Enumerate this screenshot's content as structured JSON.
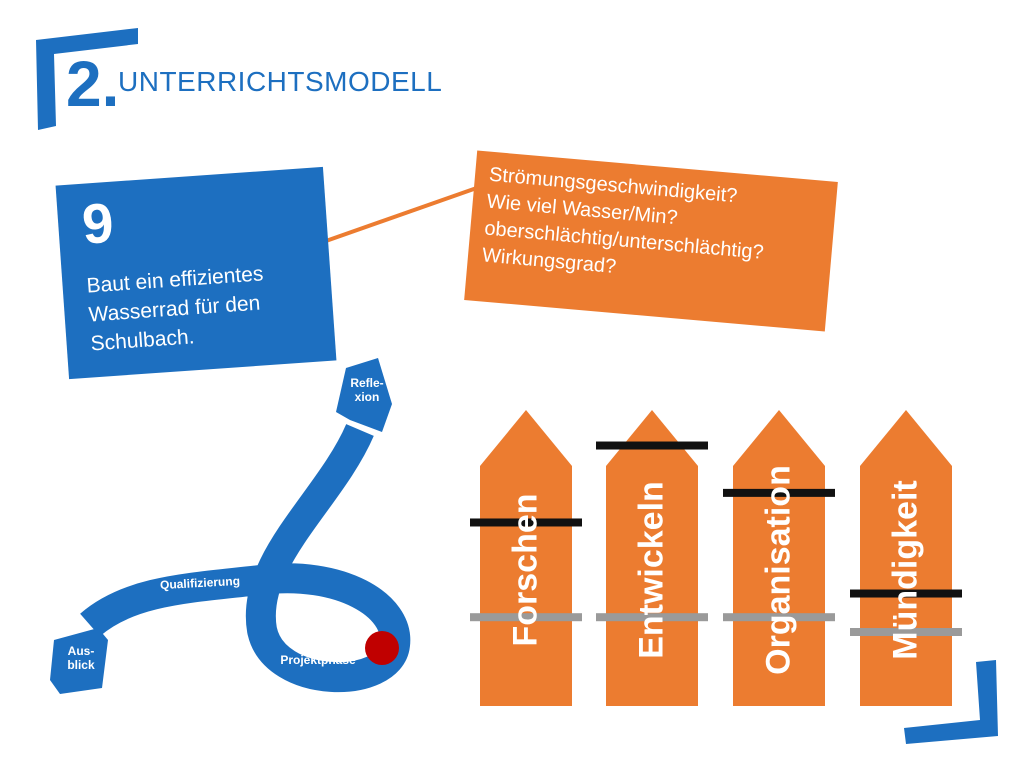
{
  "header": {
    "section_number": "2.",
    "title": "UNTERRICHTSMODELL"
  },
  "task": {
    "number": "9",
    "text": "Baut ein effizientes\nWasserrad für den\nSchulbach."
  },
  "questions": [
    "Strömungsgeschwindigkeit?",
    "Wie viel Wasser/Min?",
    "oberschlächtig/unterschlächtig?",
    "Wirkungsgrad?"
  ],
  "path_stages": {
    "reflection": "Refle-\nxion",
    "qualification": "Qualifizierung",
    "outlook": "Aus-\nblick",
    "project_phase": "Projektphase"
  },
  "pickets": [
    {
      "label": "Forschen",
      "black_level": 0.62,
      "gray_level": 0.3
    },
    {
      "label": "Entwickeln",
      "black_level": 0.88,
      "gray_level": 0.3
    },
    {
      "label": "Organisation",
      "black_level": 0.72,
      "gray_level": 0.3
    },
    {
      "label": "Mündigkeit",
      "black_level": 0.38,
      "gray_level": 0.25
    }
  ],
  "colors": {
    "blue": "#1d6fc0",
    "orange": "#ec7c30",
    "marker_red": "#c00000",
    "bar_black": "#111111",
    "bar_gray": "#9a9a9a"
  }
}
